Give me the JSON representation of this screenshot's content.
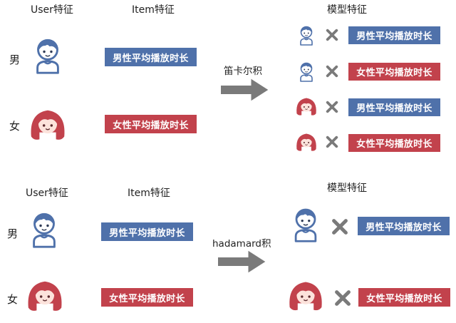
{
  "colors": {
    "male_blue": "#4f71aa",
    "female_red": "#c2424c",
    "cross_gray": "#7a7a7a",
    "arrow_gray": "#7a7a7a"
  },
  "top": {
    "user_header": "User特征",
    "item_header": "Item特征",
    "model_header": "模型特征",
    "male_label": "男",
    "female_label": "女",
    "male_item": "男性平均播放时长",
    "female_item": "女性平均播放时长",
    "operation": "笛卡尔积",
    "results": [
      {
        "user": "male-avatar-icon",
        "item": "男性平均播放时长"
      },
      {
        "user": "male-avatar-icon",
        "item": "女性平均播放时长"
      },
      {
        "user": "female-avatar-icon",
        "item": "男性平均播放时长"
      },
      {
        "user": "female-avatar-icon",
        "item": "女性平均播放时长"
      }
    ]
  },
  "bottom": {
    "user_header": "User特征",
    "item_header": "Item特征",
    "model_header": "模型特征",
    "male_label": "男",
    "female_label": "女",
    "male_item": "男性平均播放时长",
    "female_item": "女性平均播放时长",
    "operation": "hadamard积",
    "results": [
      {
        "user": "male-avatar-icon",
        "item": "男性平均播放时长"
      },
      {
        "user": "female-avatar-icon",
        "item": "女性平均播放时长"
      }
    ]
  }
}
